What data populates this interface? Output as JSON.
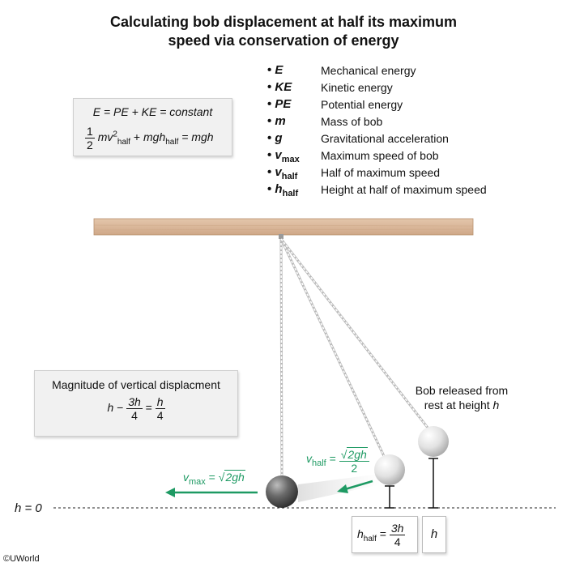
{
  "title": {
    "line1": "Calculating bob displacement at half its maximum",
    "line2": "speed via conservation of energy"
  },
  "legend": [
    {
      "symbol": "E",
      "sub": "",
      "description": "Mechanical energy"
    },
    {
      "symbol": "KE",
      "sub": "",
      "description": "Kinetic energy"
    },
    {
      "symbol": "PE",
      "sub": "",
      "description": "Potential energy"
    },
    {
      "symbol": "m",
      "sub": "",
      "description": "Mass of bob"
    },
    {
      "symbol": "g",
      "sub": "",
      "description": "Gravitational acceleration"
    },
    {
      "symbol": "v",
      "sub": "max",
      "description": "Maximum speed of bob"
    },
    {
      "symbol": "v",
      "sub": "half",
      "description": "Half of maximum speed"
    },
    {
      "symbol": "h",
      "sub": "half",
      "description": "Height at half of maximum speed"
    }
  ],
  "energy_equation": {
    "line1": "E = PE + KE = constant",
    "half_num": "1",
    "half_den": "2",
    "term1": "mv",
    "sq": "2",
    "sub_half": "half",
    "plus": " + ",
    "term2": "mgh",
    "equals_rhs": " = mgh"
  },
  "magnitude": {
    "title": "Magnitude of vertical displacment",
    "lhs_h": "h",
    "minus": " − ",
    "frac1_num": "3h",
    "frac1_den": "4",
    "eq": " = ",
    "frac2_num": "h",
    "frac2_den": "4"
  },
  "released_label": "Bob released from rest at height h",
  "released_line1": "Bob released from",
  "released_line2_a": "rest at height ",
  "released_line2_h": "h",
  "vmax_label": {
    "v": "v",
    "sub": "max",
    "eq": " = ",
    "radicand": "2gh"
  },
  "vhalf_label": {
    "v": "v",
    "sub": "half",
    "eq": " = ",
    "radicand": "2gh",
    "den": "2"
  },
  "h0_label": "h = 0",
  "hhalf_box": {
    "h": "h",
    "sub": "half",
    "eq": " = ",
    "num": "3h",
    "den": "4"
  },
  "h_box": "h",
  "copyright": "©UWorld",
  "colors": {
    "accent_green": "#1e9a63",
    "ceiling": "#d9b79a",
    "bob_dark": "#5a5a5a",
    "bob_light": "#e6e6e6"
  }
}
